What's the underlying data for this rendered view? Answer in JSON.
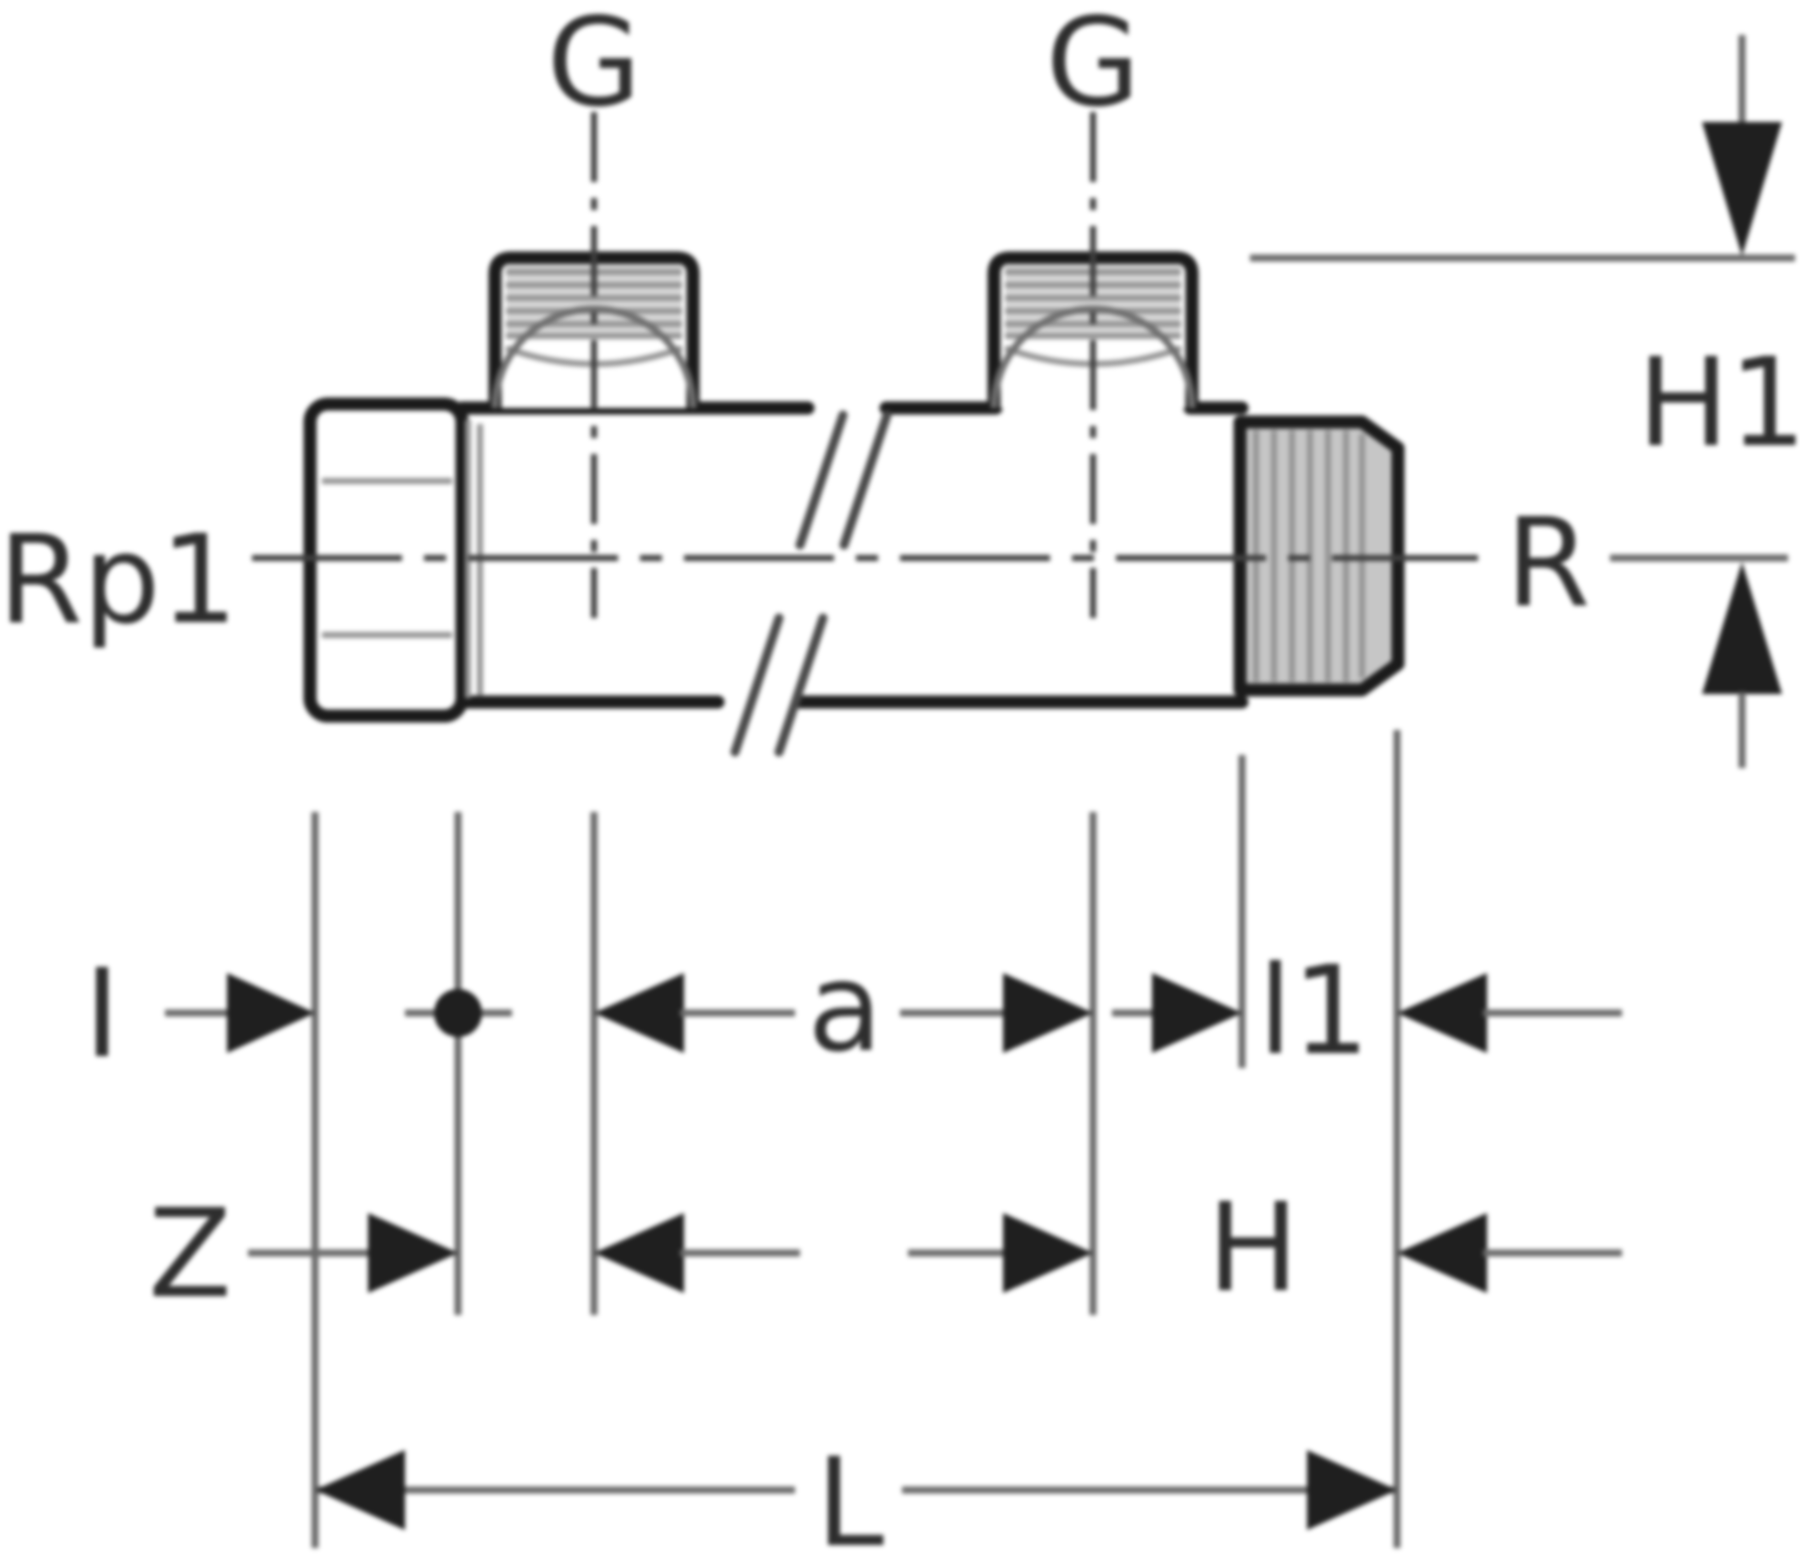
{
  "labels": {
    "g1": "G",
    "g2": "G",
    "rp1": "Rp1",
    "r": "R",
    "h1": "H1"
  },
  "dimensions": {
    "i": "I",
    "z": "Z",
    "a": "a",
    "l1": "l1",
    "h": "H",
    "l": "L"
  }
}
